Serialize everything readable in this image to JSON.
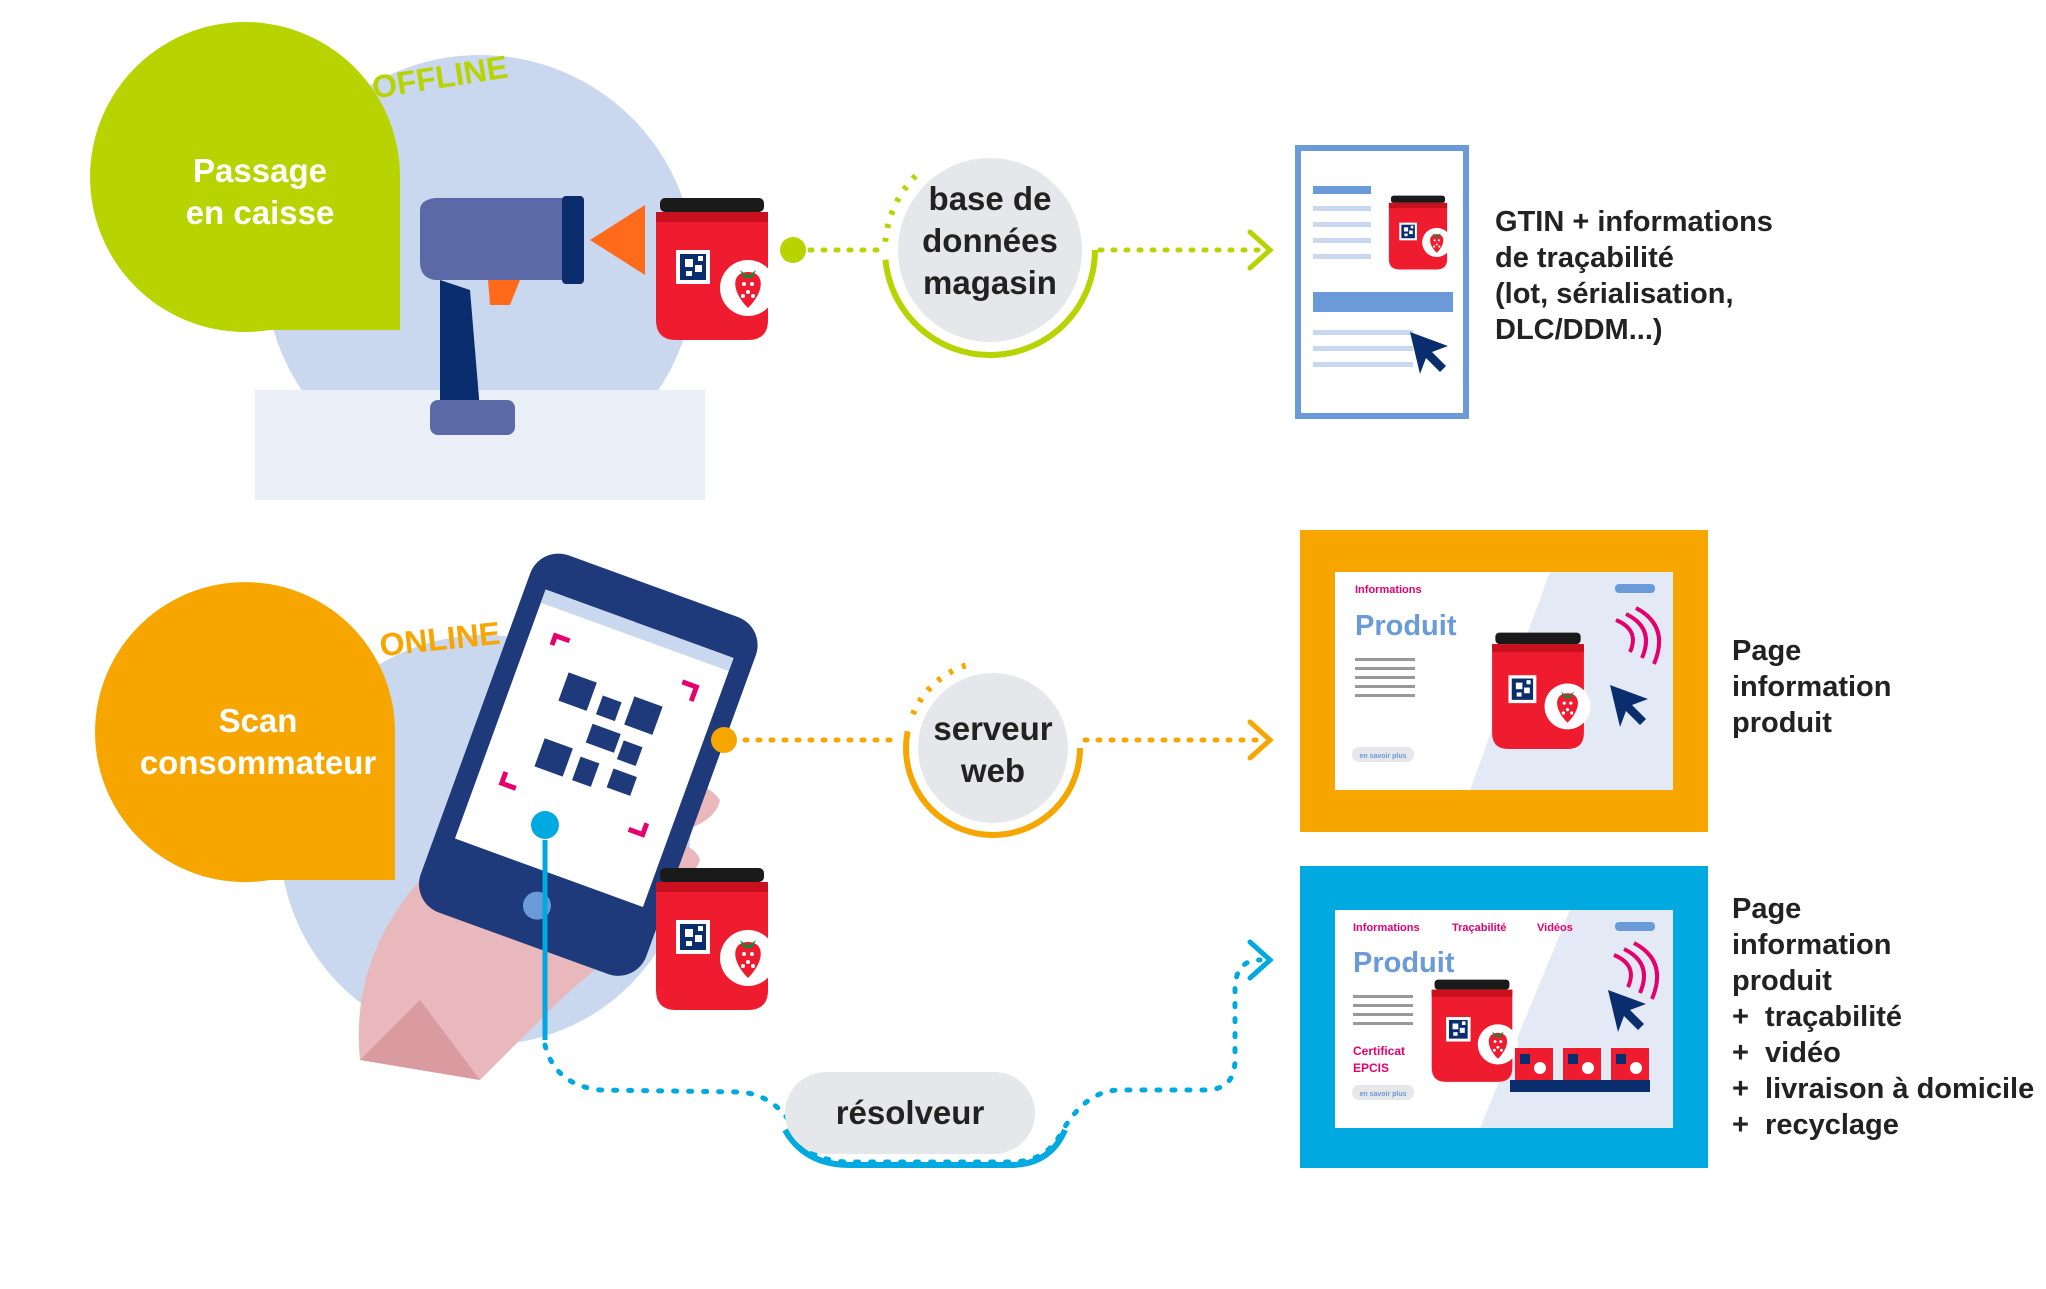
{
  "offline": {
    "arc_label": "OFFLINE",
    "bubble": [
      "Passage",
      "en caisse"
    ],
    "server": [
      "base de",
      "données",
      "magasin"
    ],
    "result": [
      "GTIN + informations",
      "de traçabilité",
      "(lot, sérialisation,",
      "DLC/DDM...)"
    ]
  },
  "online": {
    "arc_label": "ONLINE",
    "bubble": [
      "Scan",
      "consommateur"
    ],
    "server": [
      "serveur",
      "web"
    ],
    "resolver": "résolveur",
    "page1": {
      "nav": "Informations",
      "title": "Produit",
      "button": "en savoir plus",
      "caption": [
        "Page",
        "information",
        "produit"
      ]
    },
    "page2": {
      "nav": [
        "Informations",
        "Traçabilité",
        "Vidéos"
      ],
      "title": "Produit",
      "certificate": [
        "Certificat",
        "EPCIS"
      ],
      "button": "en savoir plus",
      "caption": [
        "Page",
        "information",
        "produit",
        "+  traçabilité",
        "+  vidéo",
        "+  livraison à domicile",
        "+  recyclage"
      ]
    }
  },
  "colors": {
    "green": "#b8d400",
    "orange": "#f7a600",
    "blue": "#00a9e0",
    "navy": "#0a2d6e",
    "light_blue": "#c9d8ef",
    "red": "#ee1c2e",
    "pink": "#e5006d",
    "gray_pill": "#e6e7ea",
    "page_accent": "#6a9bd8"
  }
}
